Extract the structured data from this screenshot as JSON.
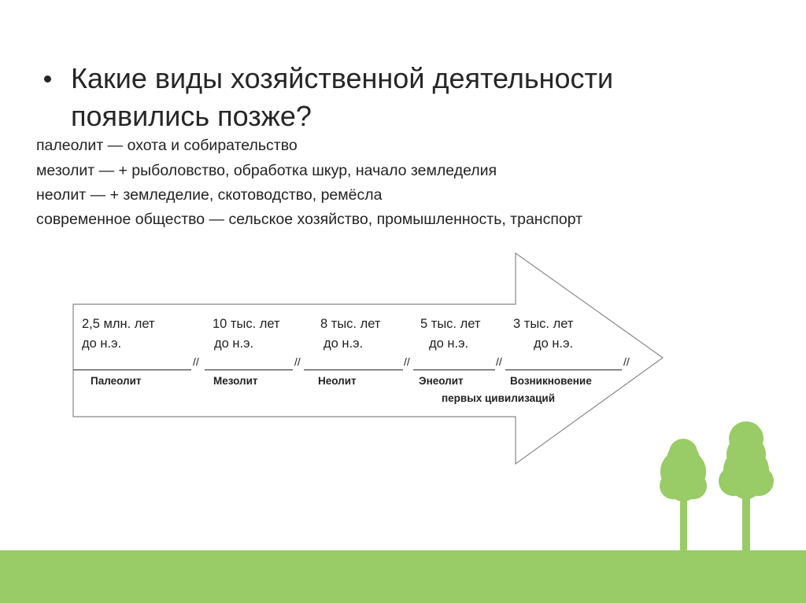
{
  "slide": {
    "title": "Какие виды хозяйственной деятельности появились позже?",
    "lines": [
      "палеолит — охота и собирательство",
      "мезолит — + рыболовство, обработка шкур, начало земледелия",
      "неолит — + земледелие, скотоводство, ремёсла",
      "современное общество — сельское хозяйство, промышленность, транспорт"
    ]
  },
  "timeline": {
    "periods": [
      {
        "date1": "2,5 млн. лет",
        "date2": "до н.э.",
        "name": "Палеолит"
      },
      {
        "date1": "10 тыс. лет",
        "date2": "до н.э.",
        "name": "Мезолит"
      },
      {
        "date1": "8 тыс. лет",
        "date2": "до н.э.",
        "name": "Неолит"
      },
      {
        "date1": "5 тыс. лет",
        "date2": "до н.э.",
        "name": "Энеолит"
      },
      {
        "date1": "3 тыс. лет",
        "date2": "до н.э.",
        "name": "Возникновение",
        "name2": "первых цивилизаций"
      }
    ],
    "separator": "//"
  },
  "colors": {
    "green": "#99cb66"
  }
}
